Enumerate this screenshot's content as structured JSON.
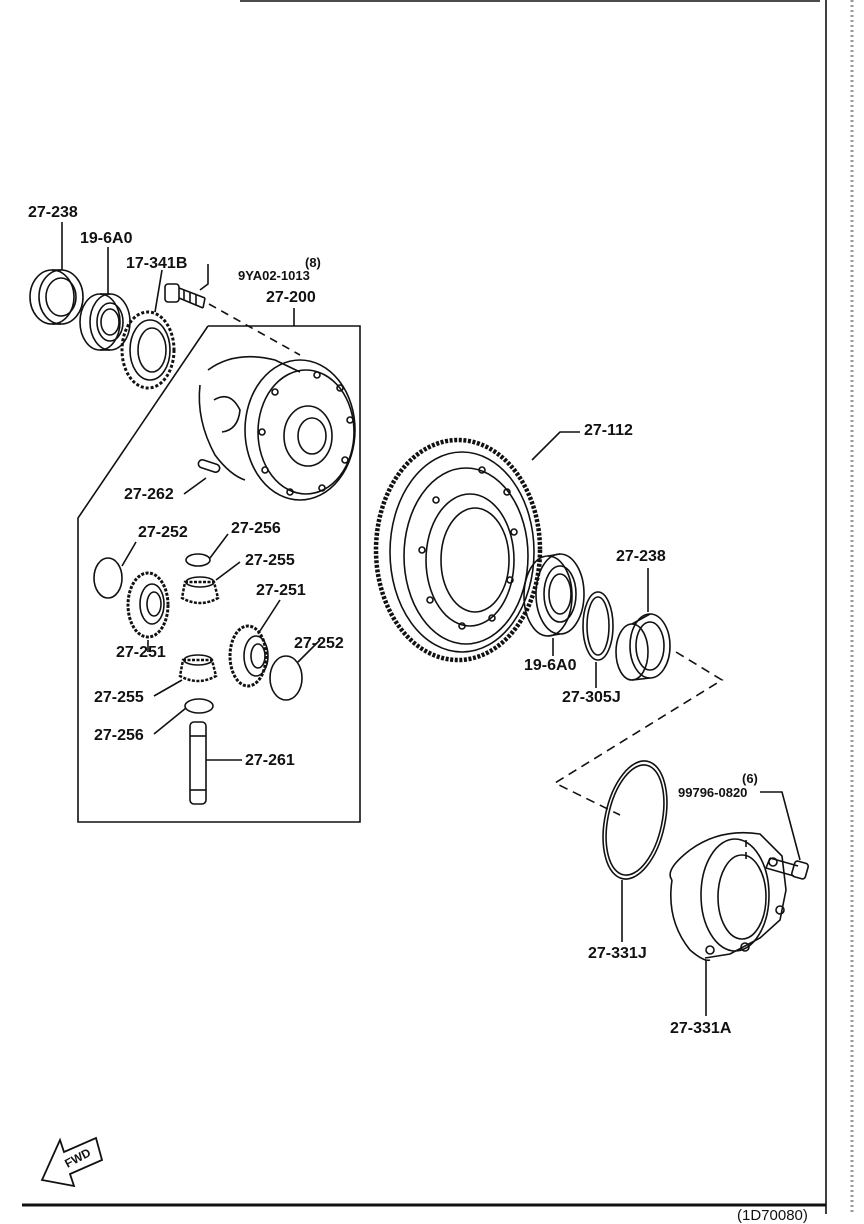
{
  "callouts": {
    "p27_238_a": "27-238",
    "p19_6a0_a": "19-6A0",
    "p17_341b": "17-341B",
    "bolt_qty_a": "(8)",
    "p9ya02_1013": "9YA02-1013",
    "p27_200": "27-200",
    "p27_112": "27-112",
    "p27_262": "27-262",
    "p27_252_a": "27-252",
    "p27_256_a": "27-256",
    "p27_255_a": "27-255",
    "p27_251_a": "27-251",
    "p27_251_b": "27-251",
    "p27_252_b": "27-252",
    "p27_255_b": "27-255",
    "p27_256_b": "27-256",
    "p27_261": "27-261",
    "p27_238_b": "27-238",
    "p19_6a0_b": "19-6A0",
    "p27_305j": "27-305J",
    "bolt_qty_b": "(6)",
    "p99796_0820": "99796-0820",
    "p27_331j": "27-331J",
    "p27_331a": "27-331A"
  },
  "direction": {
    "label": "FWD"
  },
  "footer": {
    "code": "(1D70080)"
  }
}
